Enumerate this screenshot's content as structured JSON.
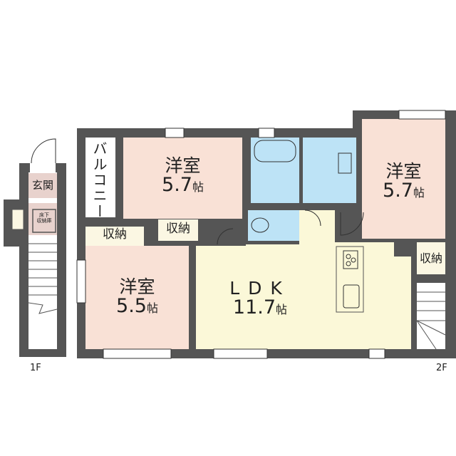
{
  "colors": {
    "wall": "#555555",
    "western_room": "#f9e1d6",
    "ldk": "#fbf8d8",
    "wet_area": "#bde3f6",
    "entrance": "#e8d2cd",
    "storage": "#fbf7e3"
  },
  "floor_1f": {
    "label": "1F",
    "entrance": "玄関",
    "underfloor_storage": "床下\n収納庫"
  },
  "floor_2f": {
    "label": "2F",
    "balcony": "バルコニー",
    "rooms": [
      {
        "name": "洋室",
        "size": "5.7",
        "unit": "帖"
      },
      {
        "name": "洋室",
        "size": "5.5",
        "unit": "帖"
      },
      {
        "name": "LDK",
        "size": "11.7",
        "unit": "帖"
      },
      {
        "name": "洋室",
        "size": "5.7",
        "unit": "帖"
      }
    ],
    "storage": [
      "収納",
      "収納",
      "収納"
    ]
  }
}
